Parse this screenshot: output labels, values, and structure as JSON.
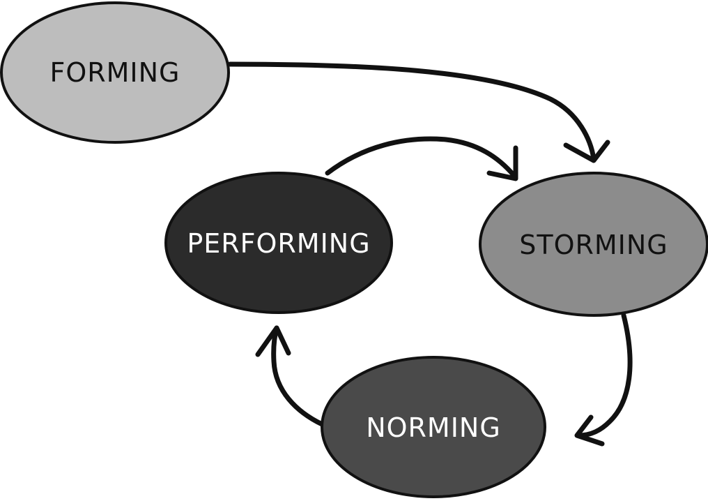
{
  "stages": {
    "forming": {
      "label": "FORMING",
      "fill": "#bdbdbd",
      "text_color": "#111111"
    },
    "storming": {
      "label": "STORMING",
      "fill": "#8c8c8c",
      "text_color": "#111111"
    },
    "norming": {
      "label": "NORMING",
      "fill": "#4a4a4a",
      "text_color": "#ffffff"
    },
    "performing": {
      "label": "PERFORMING",
      "fill": "#2b2b2b",
      "text_color": "#ffffff"
    }
  },
  "transitions": [
    {
      "from": "FORMING",
      "to": "STORMING"
    },
    {
      "from": "STORMING",
      "to": "NORMING"
    },
    {
      "from": "NORMING",
      "to": "PERFORMING"
    },
    {
      "from": "PERFORMING",
      "to": "STORMING"
    }
  ],
  "colors": {
    "outline": "#111111",
    "background": "#ffffff"
  }
}
